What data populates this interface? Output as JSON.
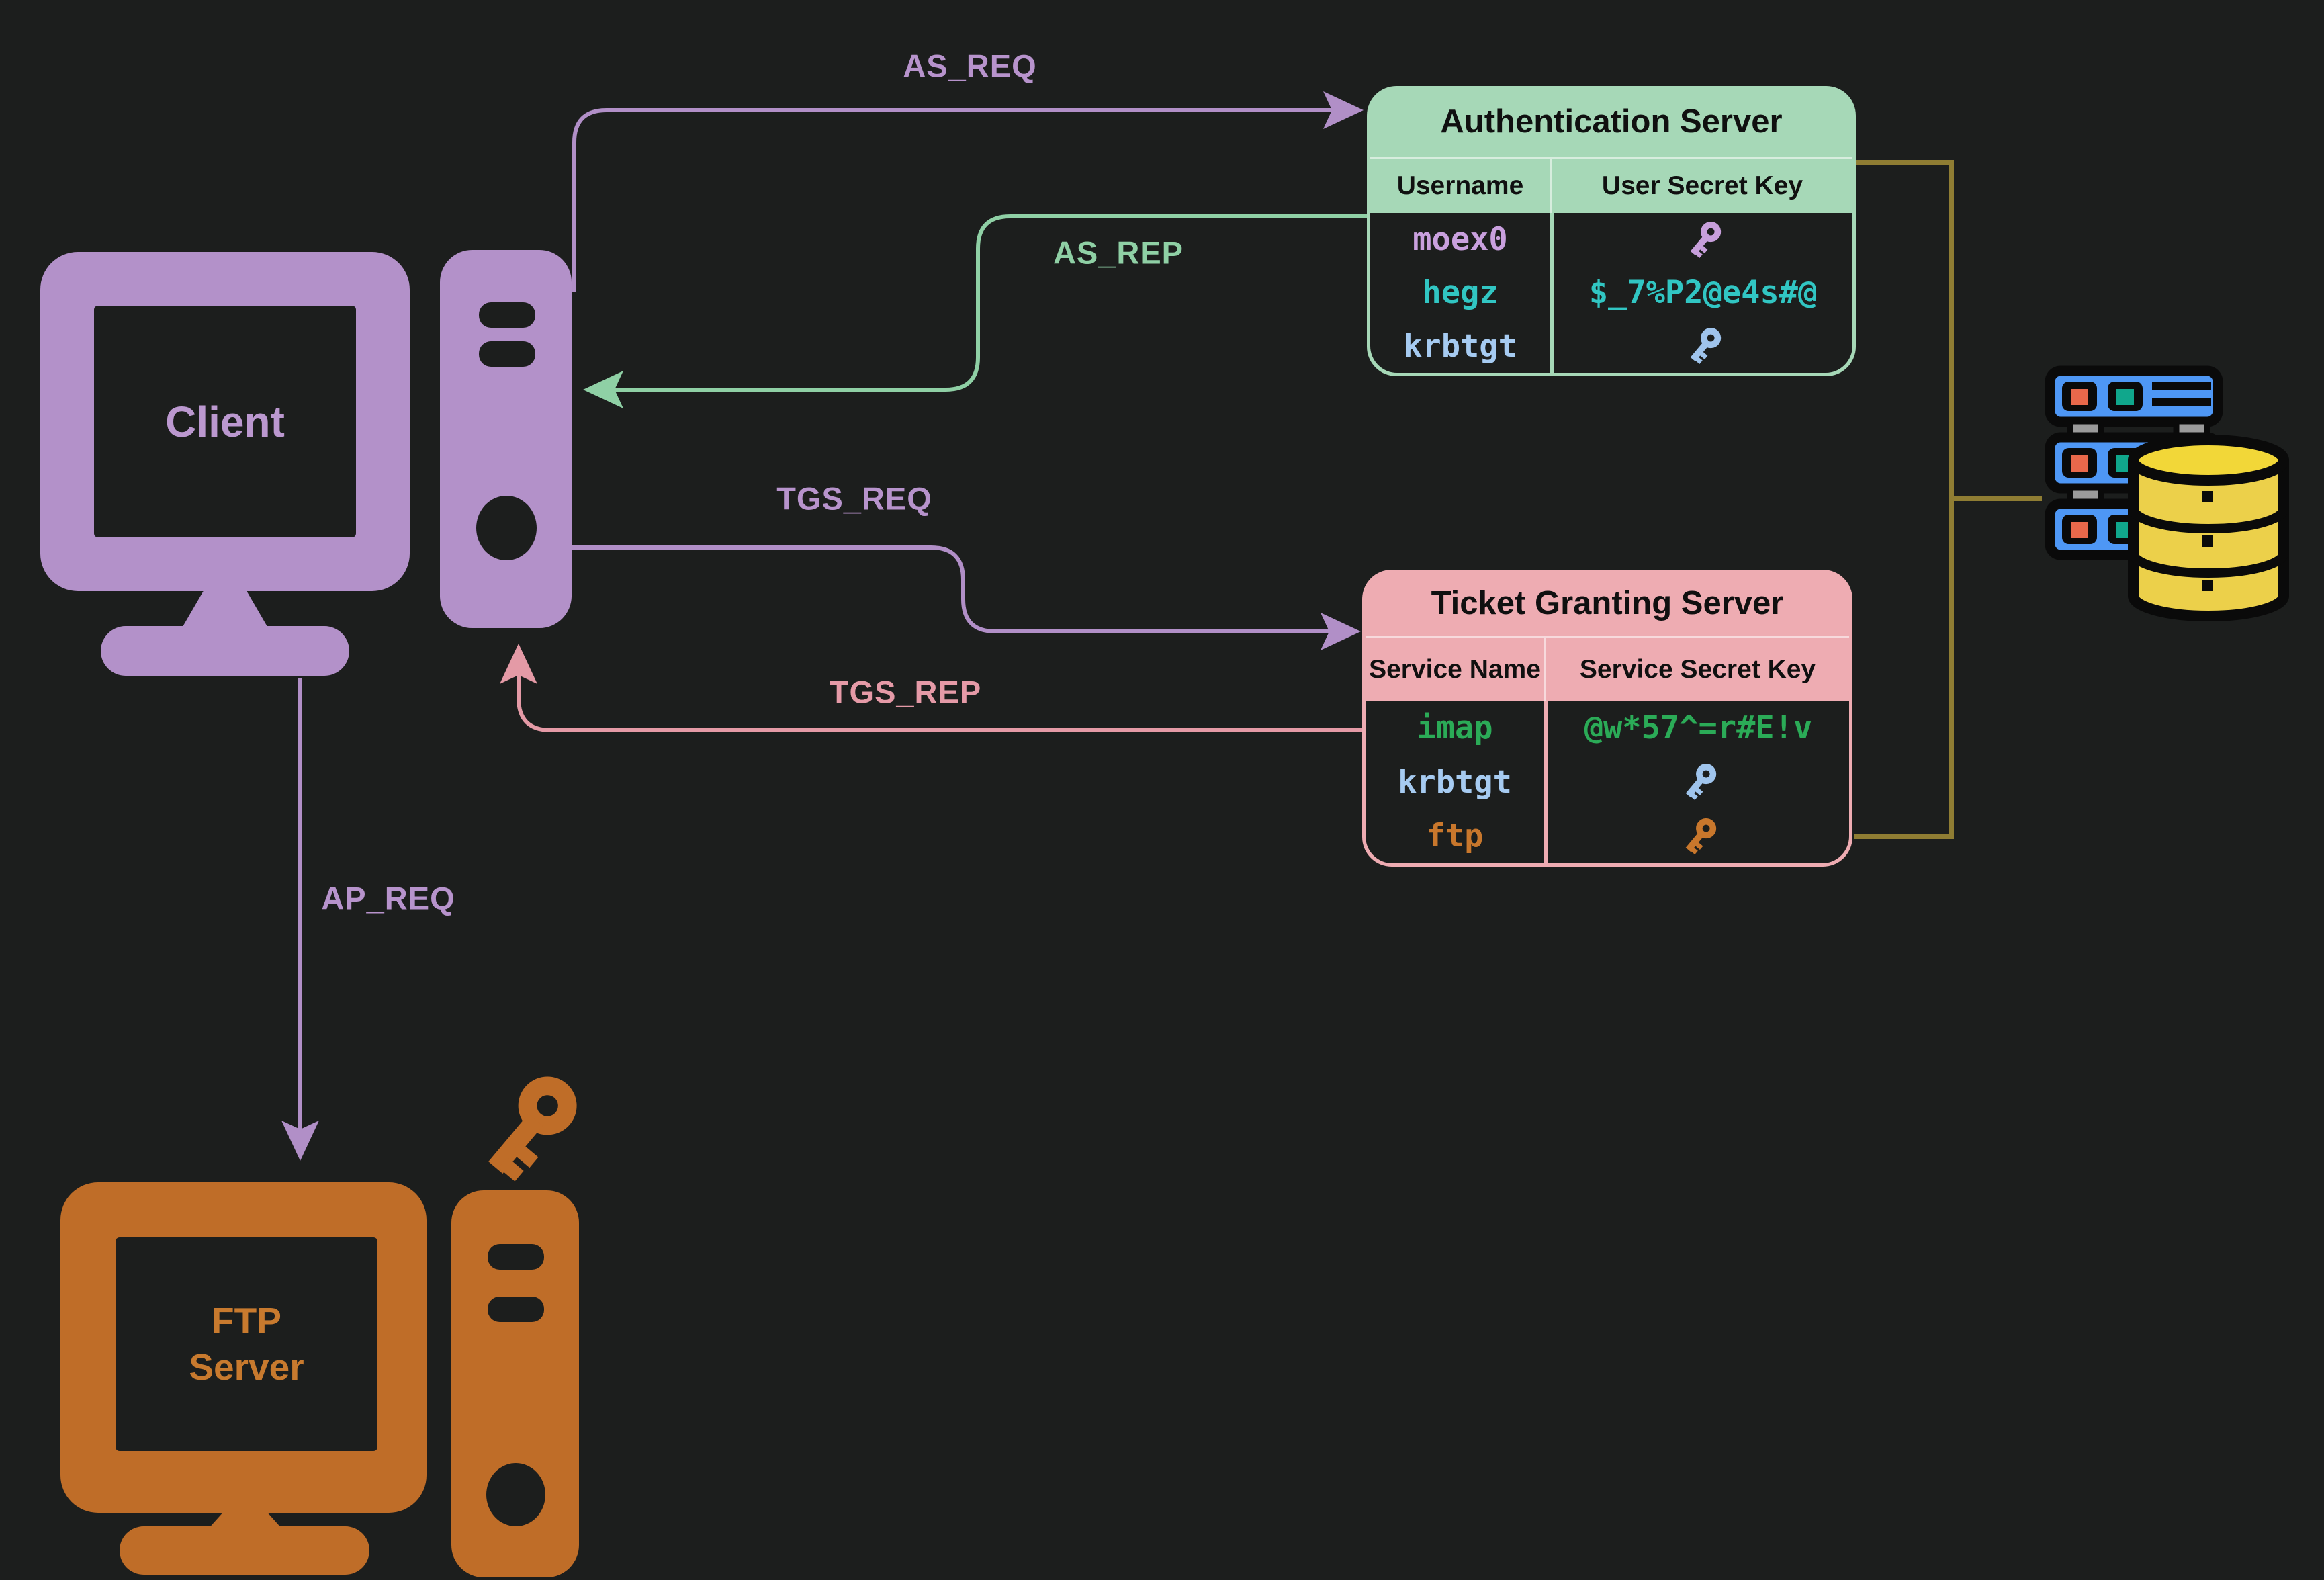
{
  "canvas": {
    "background": "#1c1e1d"
  },
  "client": {
    "label": "Client",
    "color": "#b391c9"
  },
  "ftp_server": {
    "label_line1": "FTP",
    "label_line2": "Server",
    "color": "#bf6d28",
    "key_icon_color": "#bf6d28"
  },
  "flows": {
    "as_req": {
      "label": "AS_REQ",
      "color": "#b793cc",
      "from": "client",
      "to": "authentication-server"
    },
    "as_rep": {
      "label": "AS_REP",
      "color": "#8fd0a5",
      "from": "authentication-server",
      "to": "client"
    },
    "tgs_req": {
      "label": "TGS_REQ",
      "color": "#b793cc",
      "from": "client",
      "to": "ticket-granting-server"
    },
    "tgs_rep": {
      "label": "TGS_REP",
      "color": "#e59aa7",
      "from": "ticket-granting-server",
      "to": "client"
    },
    "ap_req": {
      "label": "AP_REQ",
      "color": "#b793cc",
      "from": "client",
      "to": "ftp-server"
    }
  },
  "auth_server": {
    "title": "Authentication Server",
    "bg_color": "#a6d8b7",
    "columns": [
      "Username",
      "User Secret Key"
    ],
    "rows": [
      {
        "name": "moex0",
        "name_color": "#c9a0de",
        "value_type": "key-icon",
        "value_color": "#c79fdb"
      },
      {
        "name": "hegz",
        "name_color": "#31c6c3",
        "value_type": "text",
        "value": "$_7%P2@e4s#@",
        "value_color": "#31c6c3"
      },
      {
        "name": "krbtgt",
        "name_color": "#a6cbf1",
        "value_type": "key-icon",
        "value_color": "#9fc4ec"
      }
    ]
  },
  "tgs_server": {
    "title": "Ticket Granting Server",
    "bg_color": "#eeacb2",
    "columns": [
      "Service Name",
      "Service Secret Key"
    ],
    "rows": [
      {
        "name": "imap",
        "name_color": "#2bab57",
        "value_type": "text",
        "value": "@w*57^=r#E!v",
        "value_color": "#2bab57"
      },
      {
        "name": "krbtgt",
        "name_color": "#a6cbf1",
        "value_type": "key-icon",
        "value_color": "#9fc4ec"
      },
      {
        "name": "ftp",
        "name_color": "#c8772c",
        "value_type": "key-icon",
        "value_color": "#c8772c"
      }
    ]
  },
  "database": {
    "connector_color": "#8f7d33",
    "server_color": "#4e97f5",
    "cylinder_color": "#ecd04a",
    "led_colors": [
      "#e8684b",
      "#10a78c"
    ]
  }
}
